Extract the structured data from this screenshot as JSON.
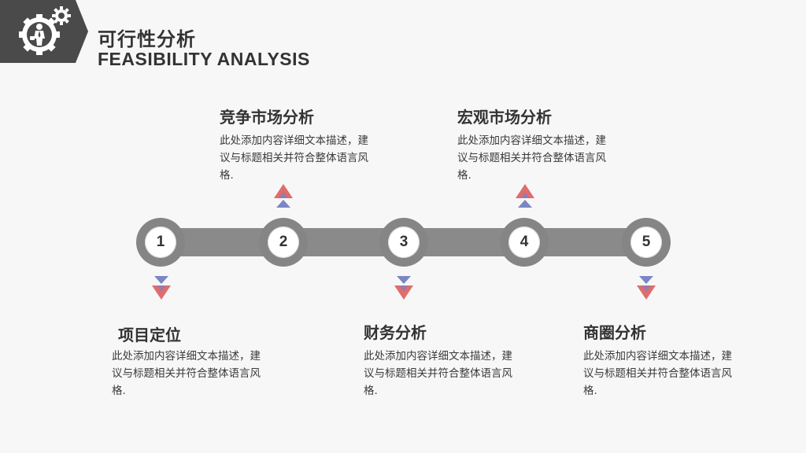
{
  "header": {
    "title_cn": "可行性分析",
    "title_en": "FEASIBILITY ANALYSIS",
    "icon": "businessman-gear-icon",
    "badge_color": "#4a4a4a"
  },
  "timeline": {
    "bar_color": "#8a8a8a",
    "node_color": "#858585",
    "arrow_colors": [
      "#e06c6c",
      "#7b86c4"
    ],
    "nodes": [
      {
        "number": "1"
      },
      {
        "number": "2"
      },
      {
        "number": "3"
      },
      {
        "number": "4"
      },
      {
        "number": "5"
      }
    ]
  },
  "items": [
    {
      "title": "项目定位",
      "desc": "此处添加内容详细文本描述，建议与标题相关并符合整体语言风格."
    },
    {
      "title": "竞争市场分析",
      "desc": "此处添加内容详细文本描述，建议与标题相关并符合整体语言风格."
    },
    {
      "title": "财务分析",
      "desc": "此处添加内容详细文本描述，建议与标题相关并符合整体语言风格."
    },
    {
      "title": "宏观市场分析",
      "desc": "此处添加内容详细文本描述，建议与标题相关并符合整体语言风格."
    },
    {
      "title": "商圈分析",
      "desc": "此处添加内容详细文本描述，建议与标题相关并符合整体语言风格."
    }
  ]
}
